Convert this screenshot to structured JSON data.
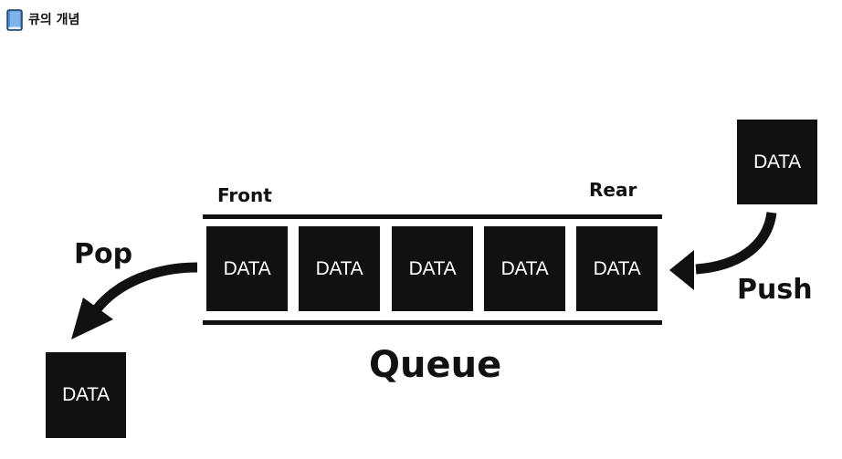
{
  "header": {
    "title": "큐의 개념",
    "icon": "book-icon",
    "icon_color": "#4a8ed6"
  },
  "diagram": {
    "queue_label": "Queue",
    "front_label": "Front",
    "rear_label": "Rear",
    "pop_label": "Pop",
    "push_label": "Push",
    "box_text": "DATA",
    "queue_items": [
      "DATA",
      "DATA",
      "DATA",
      "DATA",
      "DATA"
    ],
    "incoming_item": "DATA",
    "outgoing_item": "DATA",
    "box_color": "#111111",
    "box_text_color": "#ffffff"
  }
}
